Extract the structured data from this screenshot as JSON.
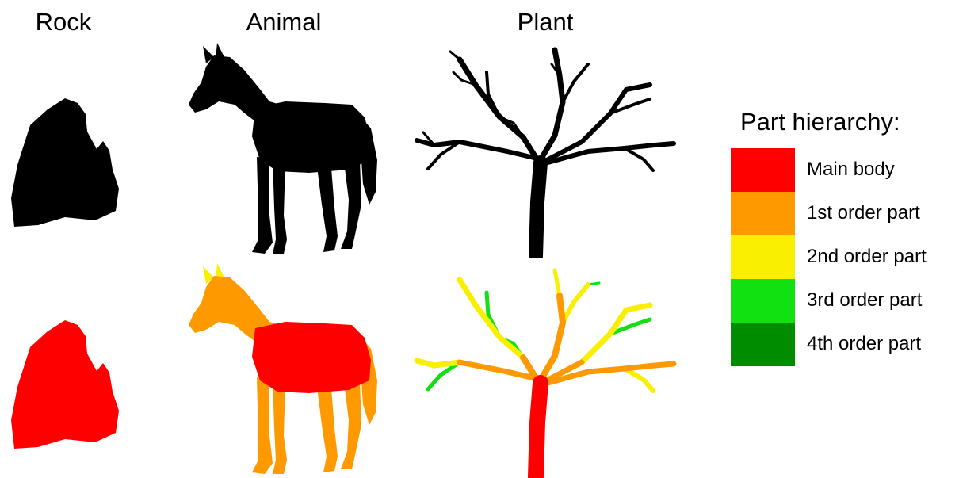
{
  "columns": {
    "rock": "Rock",
    "animal": "Animal",
    "plant": "Plant"
  },
  "legend": {
    "title": "Part hierarchy:",
    "items": [
      {
        "label": "Main body",
        "color": "#ff0000"
      },
      {
        "label": "1st order part",
        "color": "#ff9900"
      },
      {
        "label": "2nd order part",
        "color": "#f9ef00"
      },
      {
        "label": "3rd order part",
        "color": "#11e011"
      },
      {
        "label": "4th order part",
        "color": "#008c00"
      }
    ]
  },
  "colors": {
    "silhouette": "#000000"
  }
}
